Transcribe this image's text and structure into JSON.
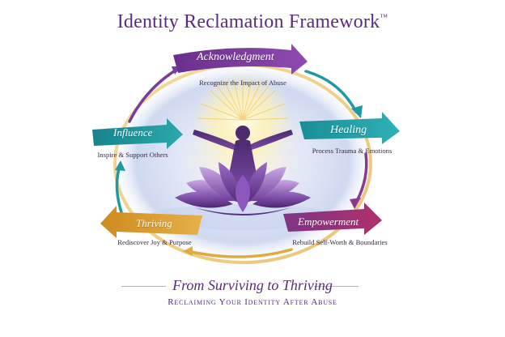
{
  "title": "Identity Reclamation Framework",
  "trademark": "™",
  "stages": {
    "acknowledgment": {
      "label": "Acknowledgment",
      "description": "Recognize the Impact of Abuse",
      "color": "#7a3c9c"
    },
    "healing": {
      "label": "Healing",
      "description": "Process Trauma & Emotions",
      "color": "#1f9aa3"
    },
    "empowerment": {
      "label": "Empowerment",
      "description": "Rebuild Self-Worth & Boundaries",
      "color": "#8a3a8e"
    },
    "thriving": {
      "label": "Thriving",
      "description": "Rediscover Joy & Purpose",
      "color": "#d79a2b"
    },
    "influence": {
      "label": "Influence",
      "description": "Inspire & Support Others",
      "color": "#1f9aa3"
    }
  },
  "slogan": "From Surviving to Thriving",
  "subtitle": "Reclaiming Your Identity After Abuse",
  "colors": {
    "title": "#5b2a7e",
    "background": "#ffffff",
    "glow": "#fff3c4"
  }
}
